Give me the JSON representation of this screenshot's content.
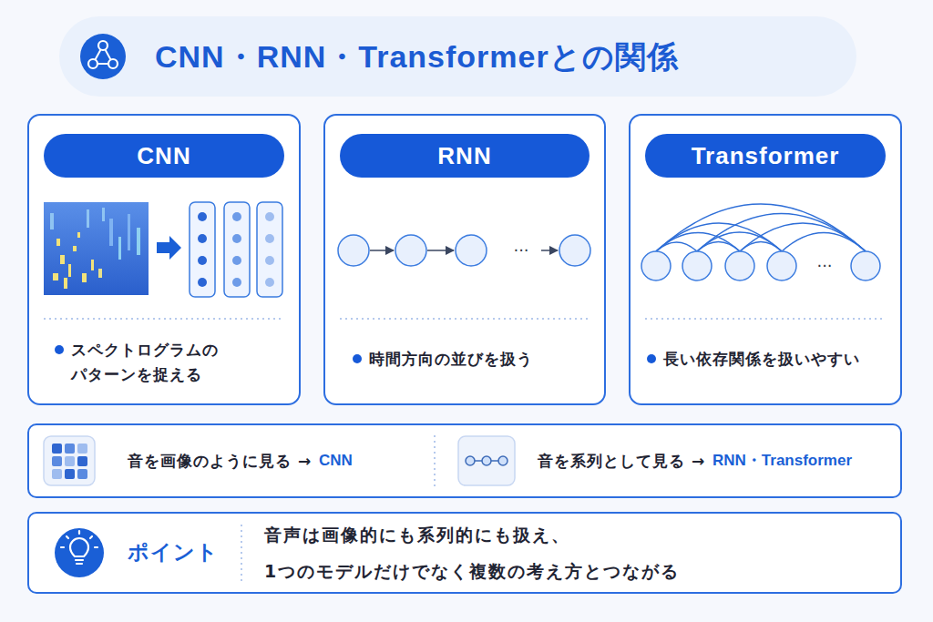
{
  "diagram": {
    "title": "CNN・RNN・Transformerとの関係",
    "nodes": [
      {
        "text": [
          "スペクトログラムの パターンを捉える"
        ]
      },
      {
        "text": [
          "CNN"
        ],
        "in": 0
      },
      {
        "text": [
          "時間方向の並びを扱う"
        ]
      },
      {
        "text": [
          "RNN"
        ],
        "in": 2
      },
      {
        "text": [
          "長い依存関係を扱いやすい"
        ]
      },
      {
        "text": [
          "Transformer"
        ],
        "in": 4
      },
      {
        "text": [
          "音を画像のように見る →",
          "CNN",
          "音を系列として見る →",
          "RNN・Transformer"
        ]
      },
      {
        "text": [
          "ポイント",
          "音声は画像的にも系列的にも扱え、 1つのモデルだけでなく複数の考え方とつながる"
        ]
      }
    ],
    "labels": [
      "···",
      "···"
    ]
  }
}
